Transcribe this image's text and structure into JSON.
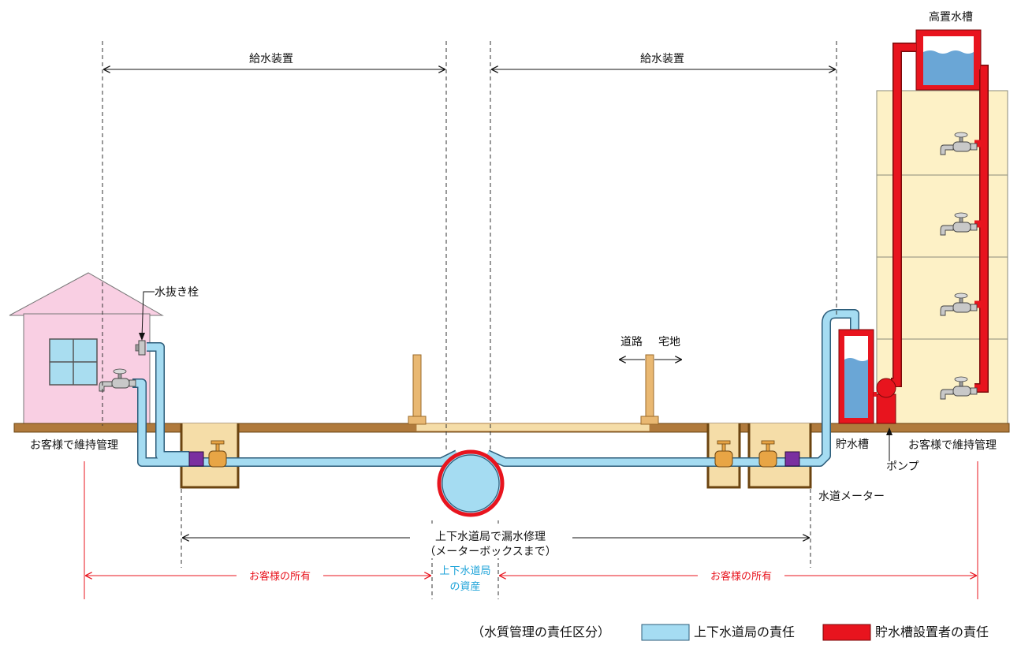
{
  "labels": {
    "supply_left": "給水装置",
    "supply_right": "給水装置",
    "elevated_tank": "高置水槽",
    "drain_plug": "水抜き栓",
    "road": "道路",
    "residential": "宅地",
    "maintain_left": "お客様で維持管理",
    "maintain_right": "お客様で維持管理",
    "storage_tank": "貯水槽",
    "pump": "ポンプ",
    "water_meter": "水道メーター",
    "repair_line1": "上下水道局で漏水修理",
    "repair_line2": "（メーターボックスまで）",
    "owner_left": "お客様の所有",
    "owner_right": "お客様の所有",
    "asset_line1": "上下水道局",
    "asset_line2": "の資産"
  },
  "legend": {
    "heading": "（水質管理の責任区分）",
    "blue_label": "上下水道局の責任",
    "red_label": "貯水槽設置者の責任"
  },
  "colors": {
    "pipe_blue": "#a5dcf2",
    "pipe_red": "#e8141e",
    "ground": "#b07a3c",
    "house": "#f9cfe3",
    "building": "#fdf1c6",
    "water": "#6aa6d6",
    "annotation_red": "#e8141e",
    "annotation_blue": "#1aa2d8"
  },
  "icons": [
    "faucet-icon",
    "valve-icon",
    "window-icon",
    "pump-icon"
  ]
}
